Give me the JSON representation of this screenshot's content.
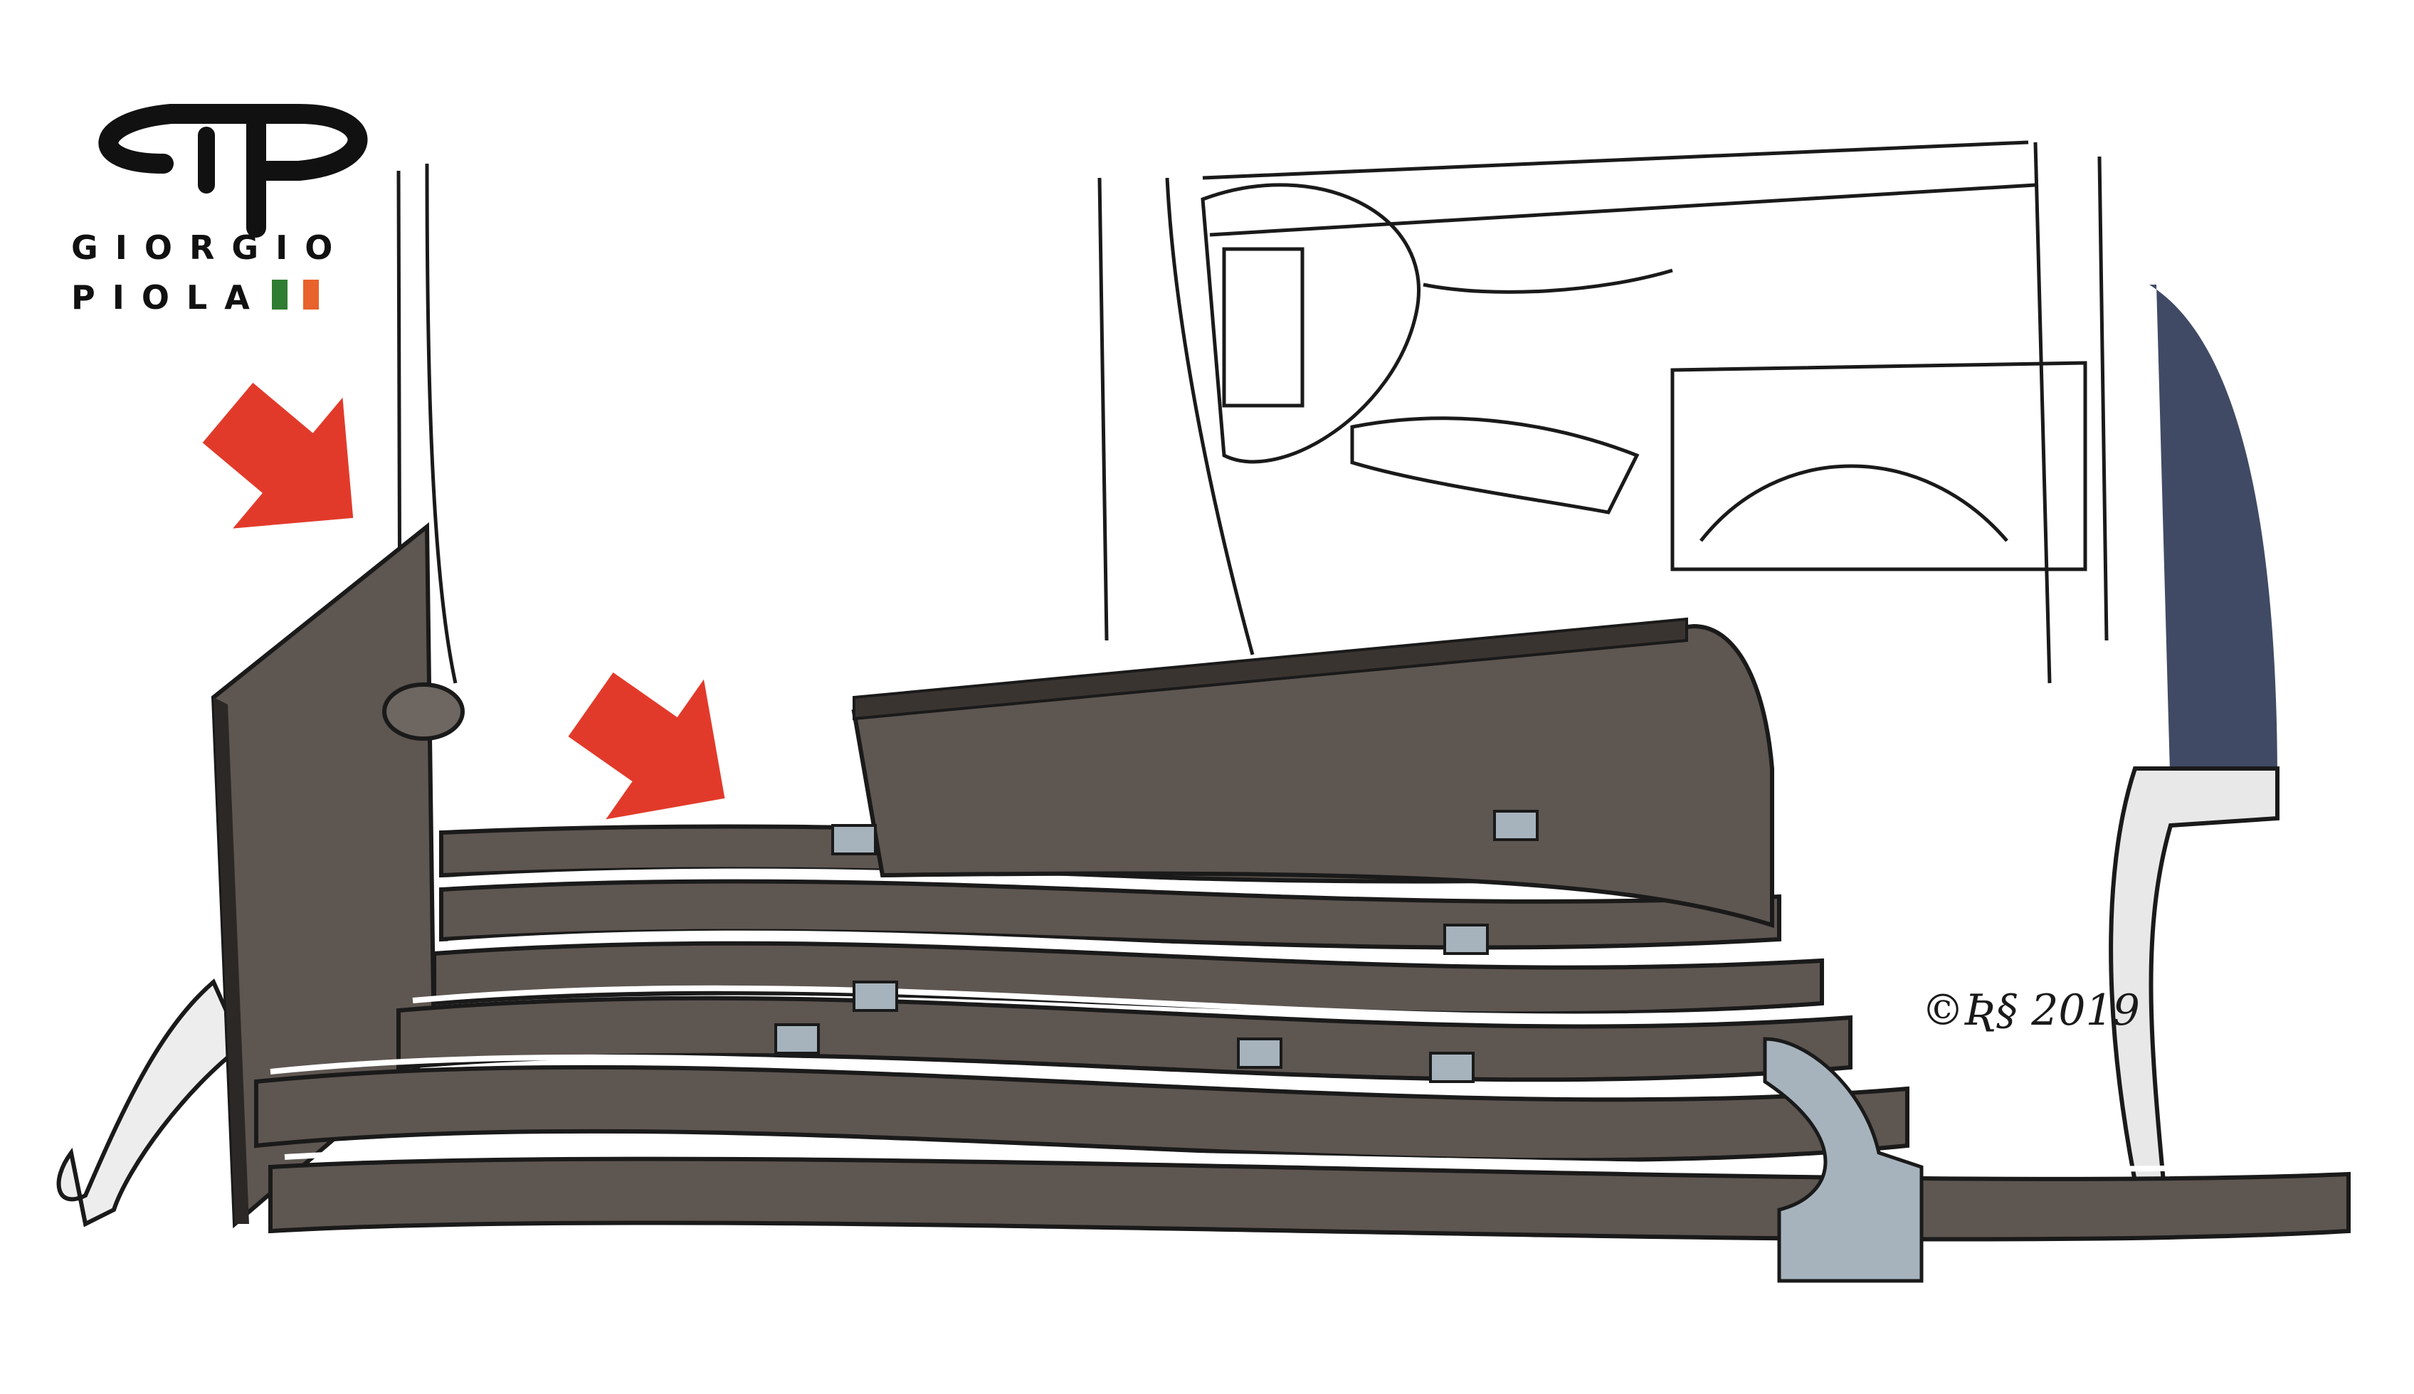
{
  "logo": {
    "line1": "GIORGIO",
    "line2": "PIOLA",
    "flag_colors": [
      "#2e7d32",
      "#ffffff",
      "#e8622c"
    ]
  },
  "signature": {
    "text": "©Ʀ§ 2019"
  },
  "colors": {
    "arrow": "#e23a2a",
    "carbon": "#5e5651",
    "carbon_dark": "#2c2826",
    "outline": "#1a1a1a",
    "bracket": "#a6b3bd",
    "car_blue": "#1f2a4a"
  },
  "annotations": [
    {
      "name": "endplate-arrow",
      "icon": "red-arrow-icon"
    },
    {
      "name": "flap-arrow",
      "icon": "red-arrow-icon"
    }
  ]
}
